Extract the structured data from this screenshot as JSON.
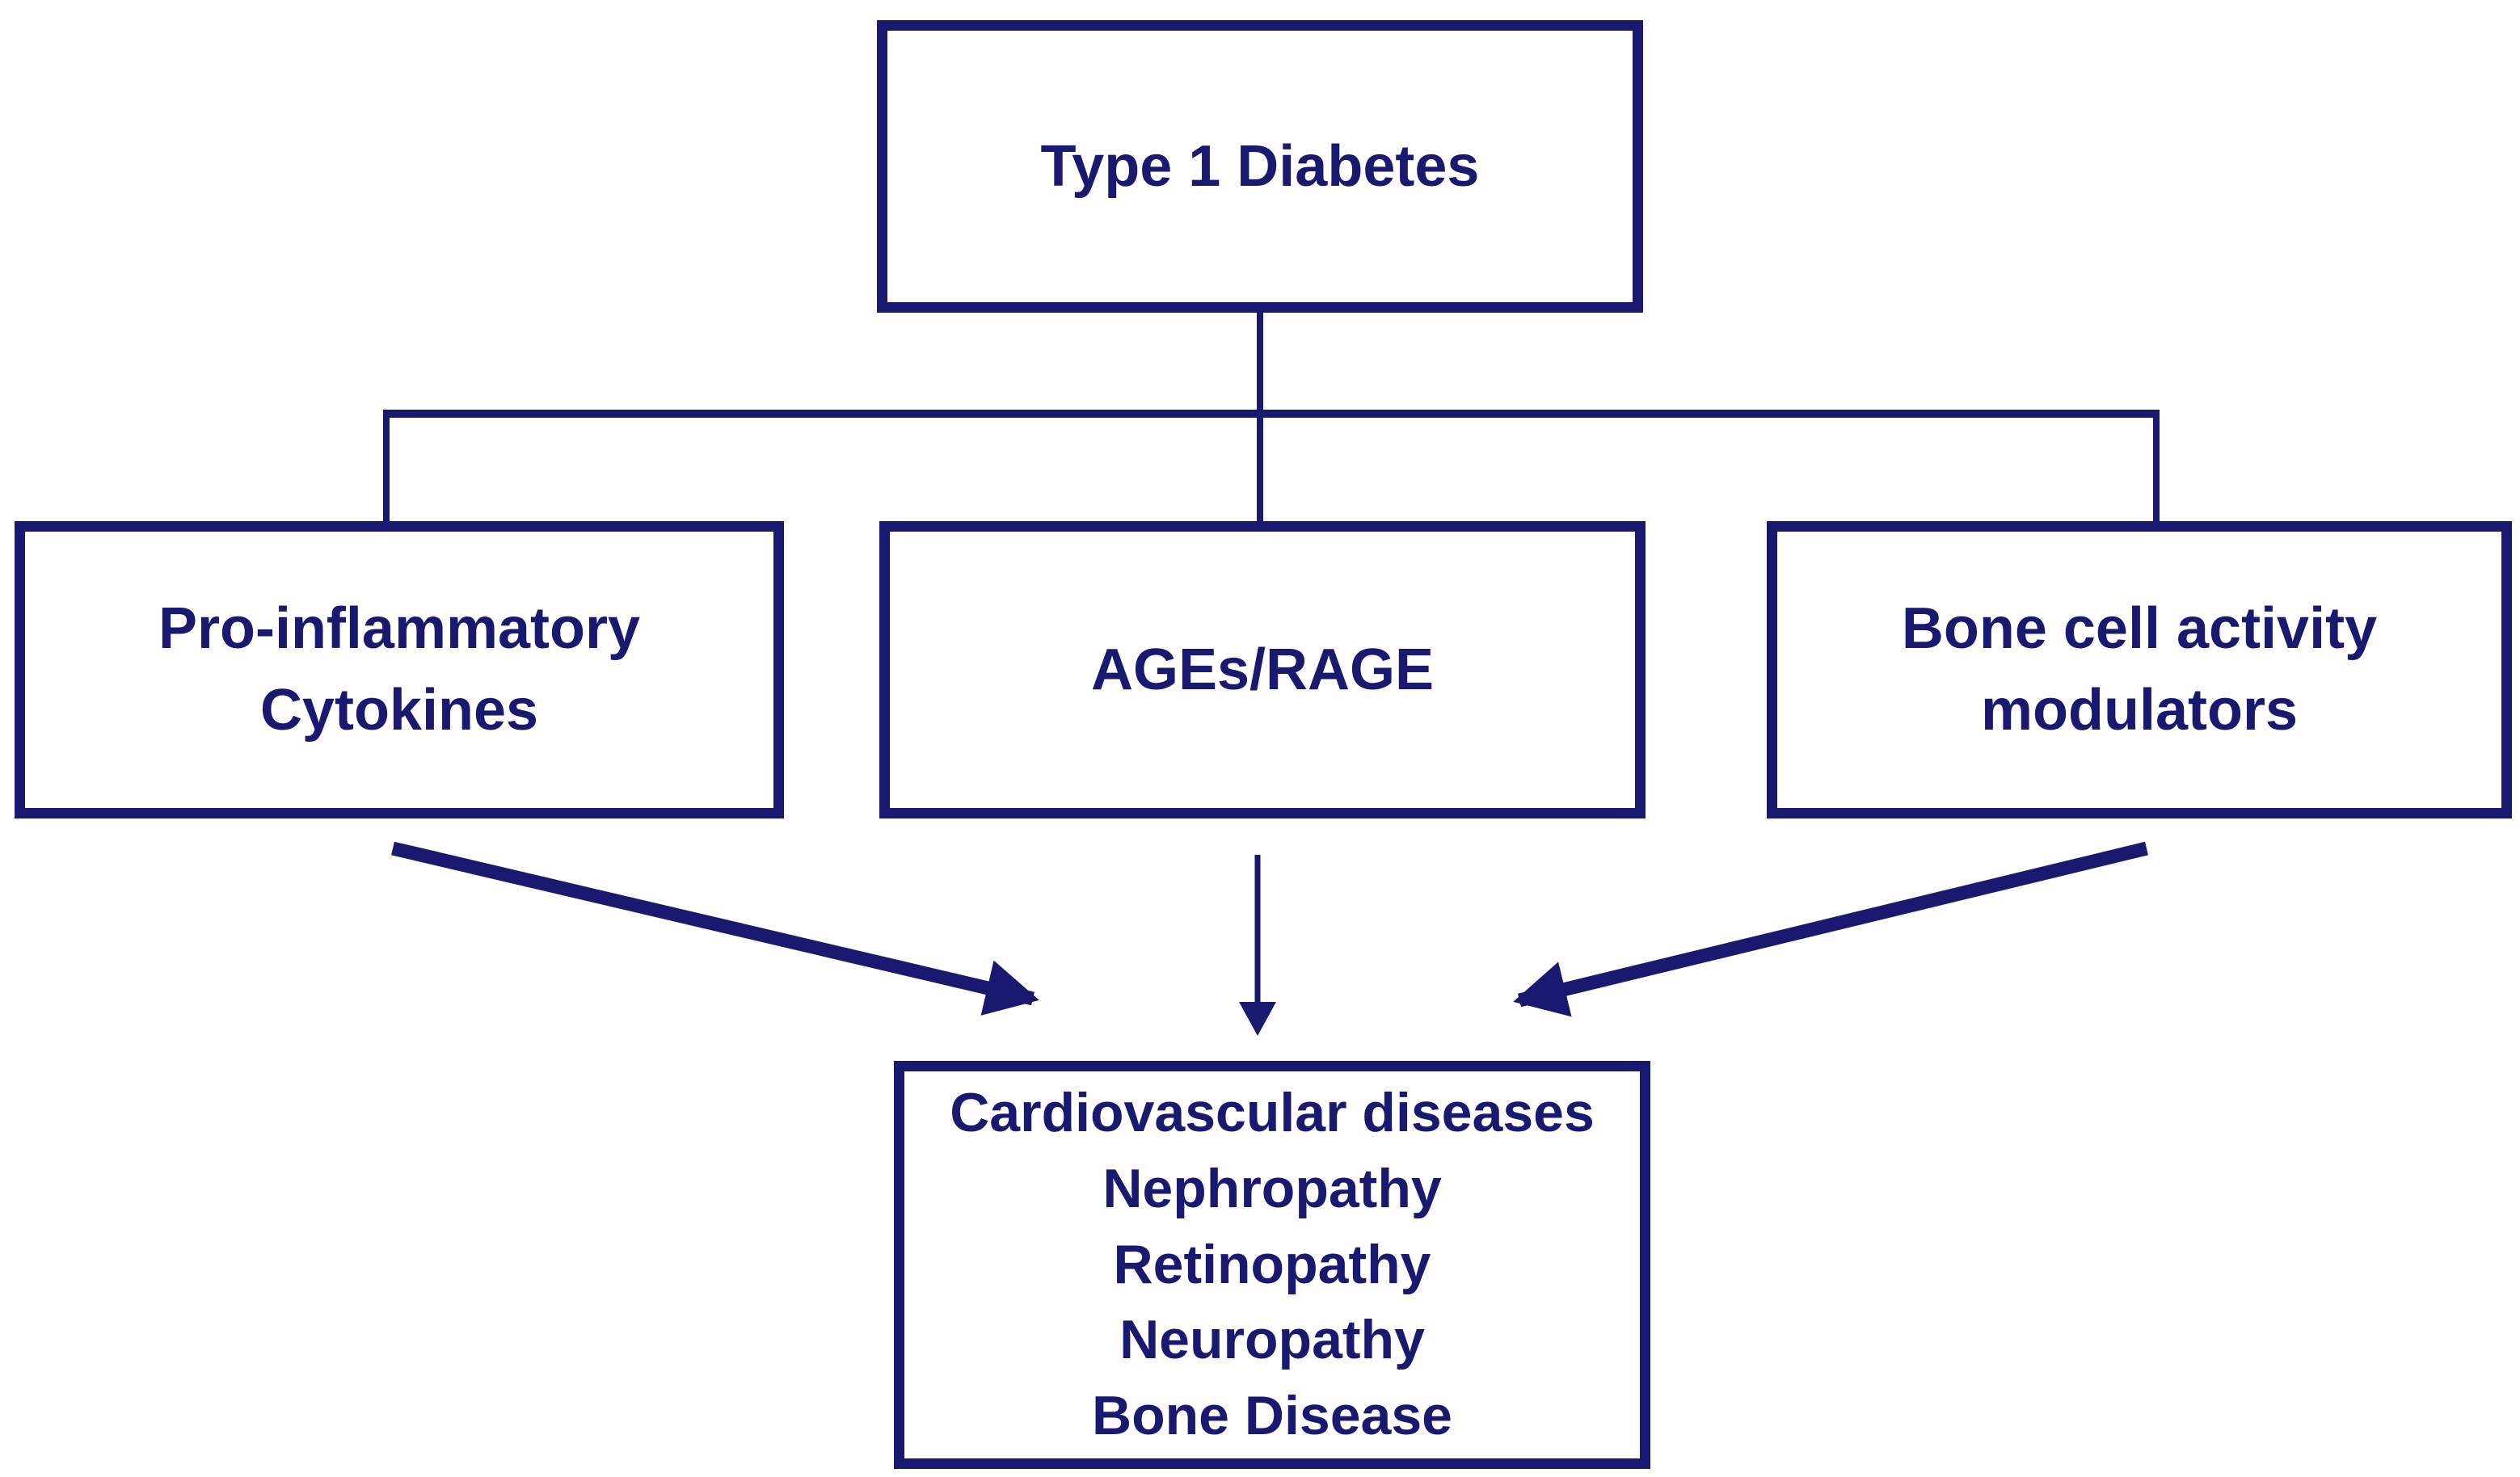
{
  "colors": {
    "navy": "#191970",
    "background": "#ffffff"
  },
  "nodes": {
    "type1_diabetes": {
      "label": "Type 1 Diabetes"
    },
    "pro_inflammatory": {
      "line1": "Pro-inflammatory",
      "line2": "Cytokines"
    },
    "ages_rage": {
      "label": "AGEs/RAGE"
    },
    "bone_cell": {
      "line1": "Bone cell activity",
      "line2": "modulators"
    },
    "complications": {
      "line1": "Cardiovascular diseases",
      "line2": "Nephropathy",
      "line3": "Retinopathy",
      "line4": "Neuropathy",
      "line5": "Bone Disease"
    }
  },
  "edges": [
    {
      "from": "Type 1 Diabetes",
      "to": "Pro-inflammatory Cytokines",
      "style": "plain-line"
    },
    {
      "from": "Type 1 Diabetes",
      "to": "AGEs/RAGE",
      "style": "plain-line"
    },
    {
      "from": "Type 1 Diabetes",
      "to": "Bone cell activity modulators",
      "style": "plain-line"
    },
    {
      "from": "Pro-inflammatory Cytokines",
      "to": "Complications list",
      "style": "arrow"
    },
    {
      "from": "AGEs/RAGE",
      "to": "Complications list",
      "style": "arrow"
    },
    {
      "from": "Bone cell activity modulators",
      "to": "Complications list",
      "style": "arrow"
    }
  ]
}
